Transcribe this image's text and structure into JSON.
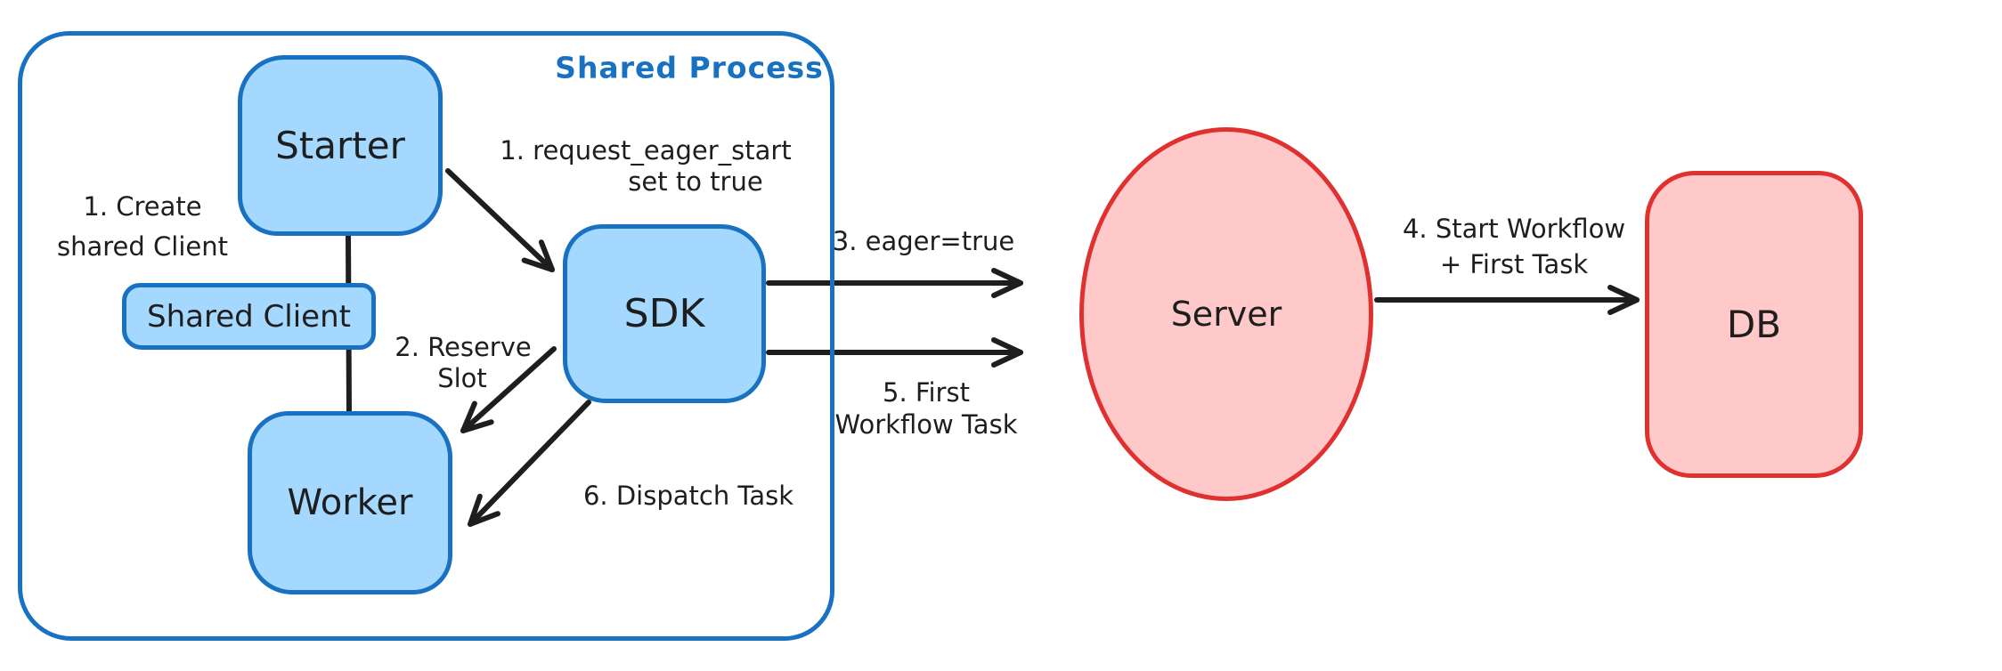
{
  "diagram_title": "Shared Process eager workflow start diagram",
  "colors": {
    "blue_stroke": "#1971c2",
    "blue_fill": "#a5d8ff",
    "red_stroke": "#e03131",
    "red_fill": "#ffc9c9",
    "ink": "#1e1e1e",
    "canvas_bg": "#ffffff"
  },
  "container": {
    "label": "Shared Process"
  },
  "nodes": {
    "starter": {
      "label": "Starter"
    },
    "shared_client": {
      "label": "Shared Client"
    },
    "worker": {
      "label": "Worker"
    },
    "sdk": {
      "label": "SDK"
    },
    "server": {
      "label": "Server"
    },
    "db": {
      "label": "DB"
    }
  },
  "edge_labels": {
    "create_client": {
      "line1": "1. Create",
      "line2": "shared Client"
    },
    "request_eager": {
      "line1": "1. request_eager_start",
      "line2": "set to true"
    },
    "reserve_slot": {
      "line1": "2. Reserve",
      "line2": "Slot"
    },
    "eager_true": {
      "text": "3. eager=true"
    },
    "start_workflow": {
      "line1": "4. Start Workflow",
      "line2": "+ First Task"
    },
    "first_workflow_task": {
      "line1": "5. First",
      "line2": "Workflow Task"
    },
    "dispatch_task": {
      "text": "6. Dispatch Task"
    }
  },
  "edges": [
    {
      "id": "starter-to-sdk",
      "from": "starter",
      "to": "sdk",
      "label": "1. request_eager_start set to true"
    },
    {
      "id": "sdk-to-worker-reserve",
      "from": "sdk",
      "to": "worker",
      "label": "2. Reserve Slot"
    },
    {
      "id": "sdk-to-server-eager",
      "from": "sdk",
      "to": "server",
      "label": "3. eager=true"
    },
    {
      "id": "server-to-db",
      "from": "server",
      "to": "db",
      "label": "4. Start Workflow + First Task"
    },
    {
      "id": "server-from-sdk-first-task",
      "from": "sdk",
      "to": "server",
      "label": "5. First Workflow Task"
    },
    {
      "id": "sdk-to-worker-dispatch",
      "from": "sdk",
      "to": "worker",
      "label": "6. Dispatch Task"
    },
    {
      "id": "starter-to-worker-connector",
      "from": "starter",
      "to": "worker",
      "label": "1. Create shared Client"
    }
  ]
}
